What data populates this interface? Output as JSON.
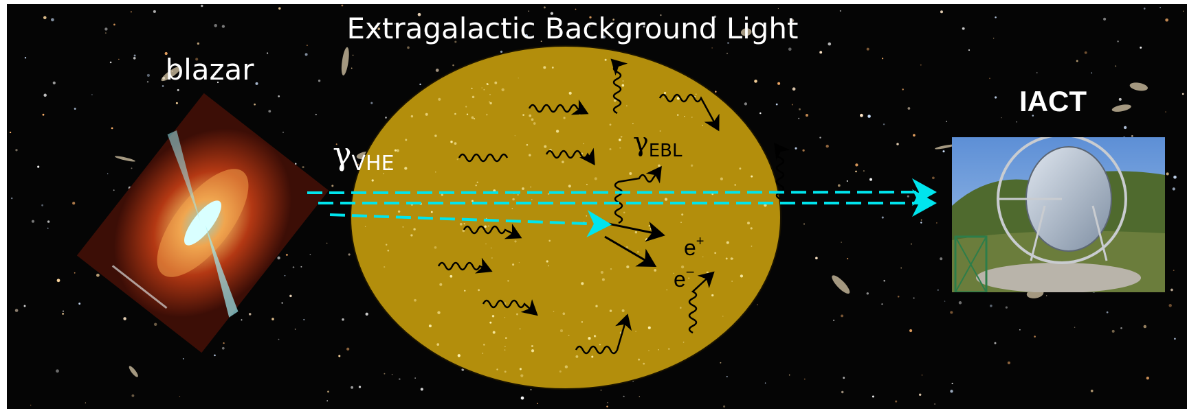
{
  "title": "Extragalactic Background Light",
  "labels": {
    "source": "blazar",
    "detector": "IACT",
    "gamma_vhe_symbol": "γ",
    "gamma_vhe_sub": "VHE",
    "gamma_ebl_symbol": "γ",
    "gamma_ebl_sub": "EBL",
    "positron_base": "e",
    "positron_sup": "+",
    "electron_base": "e",
    "electron_sup": "−"
  },
  "colors": {
    "space_background": "#050505",
    "ebl_region": "#b38e0c",
    "gamma_ray_arrows": "#00e5ee",
    "ebl_photon_waves": "#000000",
    "label_text": "#ffffff"
  },
  "icons": {
    "source_image": "blazar-jet-illustration",
    "detector_image": "cherenkov-telescope-photo"
  }
}
